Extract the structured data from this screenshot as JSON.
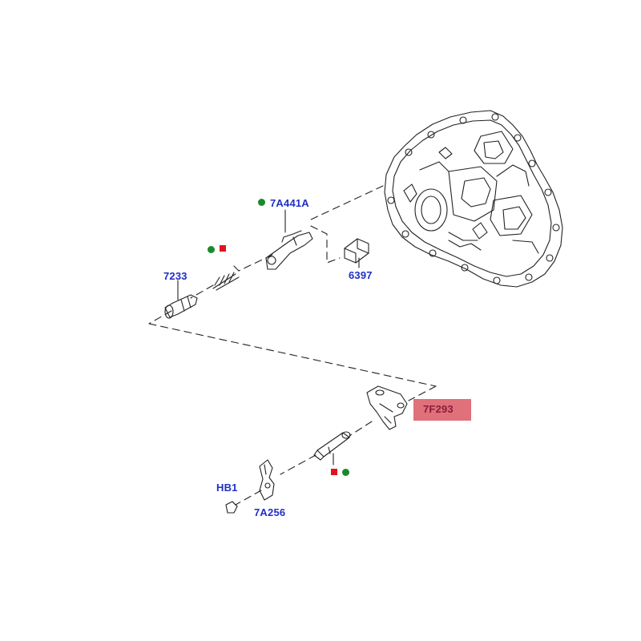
{
  "callouts": {
    "c7A441A": "7A441A",
    "c7233": "7233",
    "c6397": "6397",
    "c7F293": "7F293",
    "cHB1": "HB1",
    "c7A256": "7A256"
  },
  "colors": {
    "label": "#1f2ec7",
    "highlight_bg": "#e0707a",
    "highlight_text": "#8a1f3c",
    "dot_green": "#1a8a2a",
    "square_red": "#e0141e",
    "line": "#222222"
  },
  "markers": [
    {
      "part": "7A441A",
      "symbols": [
        "green-dot"
      ]
    },
    {
      "part": "7233",
      "symbols": [
        "green-dot",
        "red-square"
      ]
    },
    {
      "part": "7F293-shaft",
      "symbols": [
        "red-square",
        "green-dot"
      ]
    }
  ]
}
